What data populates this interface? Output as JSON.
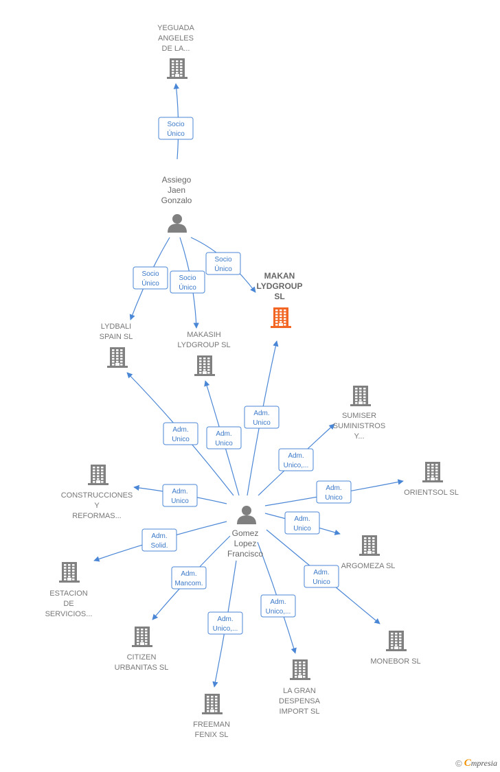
{
  "colors": {
    "edge": "#4a86d6",
    "building": "#808080",
    "highlight": "#f26522",
    "person": "#808080"
  },
  "persons": [
    {
      "id": "assiego",
      "lines": [
        "Assiego",
        "Jaen",
        "Gonzalo"
      ]
    },
    {
      "id": "gomez",
      "lines": [
        "Gomez",
        "Lopez",
        "Francisco"
      ]
    }
  ],
  "companies": [
    {
      "id": "yeguada",
      "lines": [
        "YEGUADA",
        "ANGELES",
        "DE LA..."
      ],
      "highlight": false
    },
    {
      "id": "makan",
      "lines": [
        "MAKAN",
        "LYDGROUP",
        "SL"
      ],
      "highlight": true
    },
    {
      "id": "lydbali",
      "lines": [
        "LYDBALI",
        "SPAIN  SL"
      ],
      "highlight": false
    },
    {
      "id": "makasih",
      "lines": [
        "MAKASIH",
        "LYDGROUP  SL"
      ],
      "highlight": false
    },
    {
      "id": "sumiser",
      "lines": [
        "SUMISER",
        "SUMINISTROS",
        "Y..."
      ],
      "highlight": false
    },
    {
      "id": "orientsol",
      "lines": [
        "ORIENTSOL SL"
      ],
      "highlight": false
    },
    {
      "id": "construcciones",
      "lines": [
        "CONSTRUCCIONES",
        "Y",
        "REFORMAS..."
      ],
      "highlight": false
    },
    {
      "id": "argomeza",
      "lines": [
        "ARGOMEZA SL"
      ],
      "highlight": false
    },
    {
      "id": "estacion",
      "lines": [
        "ESTACION",
        "DE",
        "SERVICIOS..."
      ],
      "highlight": false
    },
    {
      "id": "monebor",
      "lines": [
        "MONEBOR SL"
      ],
      "highlight": false
    },
    {
      "id": "citizen",
      "lines": [
        "CITIZEN",
        "URBANITAS SL"
      ],
      "highlight": false
    },
    {
      "id": "lagran",
      "lines": [
        "LA GRAN",
        "DESPENSA",
        "IMPORT  SL"
      ],
      "highlight": false
    },
    {
      "id": "freeman",
      "lines": [
        "FREEMAN",
        "FENIX SL"
      ],
      "highlight": false
    }
  ],
  "edges": [
    {
      "from": "assiego",
      "to": "yeguada",
      "label": [
        "Socio",
        "Único"
      ]
    },
    {
      "from": "assiego",
      "to": "lydbali",
      "label": [
        "Socio",
        "Único"
      ]
    },
    {
      "from": "assiego",
      "to": "makasih",
      "label": [
        "Socio",
        "Único"
      ]
    },
    {
      "from": "assiego",
      "to": "makan",
      "label": [
        "Socio",
        "Único"
      ]
    },
    {
      "from": "gomez",
      "to": "lydbali",
      "label": [
        "Adm.",
        "Unico"
      ]
    },
    {
      "from": "gomez",
      "to": "makasih",
      "label": [
        "Adm.",
        "Unico"
      ]
    },
    {
      "from": "gomez",
      "to": "makan",
      "label": [
        "Adm.",
        "Unico"
      ]
    },
    {
      "from": "gomez",
      "to": "sumiser",
      "label": [
        "Adm.",
        "Unico,..."
      ]
    },
    {
      "from": "gomez",
      "to": "orientsol",
      "label": [
        "Adm.",
        "Unico"
      ]
    },
    {
      "from": "gomez",
      "to": "construcciones",
      "label": [
        "Adm.",
        "Unico"
      ]
    },
    {
      "from": "gomez",
      "to": "argomeza",
      "label": [
        "Adm.",
        "Unico"
      ]
    },
    {
      "from": "gomez",
      "to": "estacion",
      "label": [
        "Adm.",
        "Solid."
      ]
    },
    {
      "from": "gomez",
      "to": "monebor",
      "label": [
        "Adm.",
        "Unico"
      ]
    },
    {
      "from": "gomez",
      "to": "citizen",
      "label": [
        "Adm.",
        "Mancom."
      ]
    },
    {
      "from": "gomez",
      "to": "lagran",
      "label": [
        "Adm.",
        "Unico,..."
      ]
    },
    {
      "from": "gomez",
      "to": "freeman",
      "label": [
        "Adm.",
        "Unico,..."
      ]
    }
  ],
  "footer": {
    "copyright": "©",
    "brand_first": "C",
    "brand_rest": "mpresia"
  }
}
